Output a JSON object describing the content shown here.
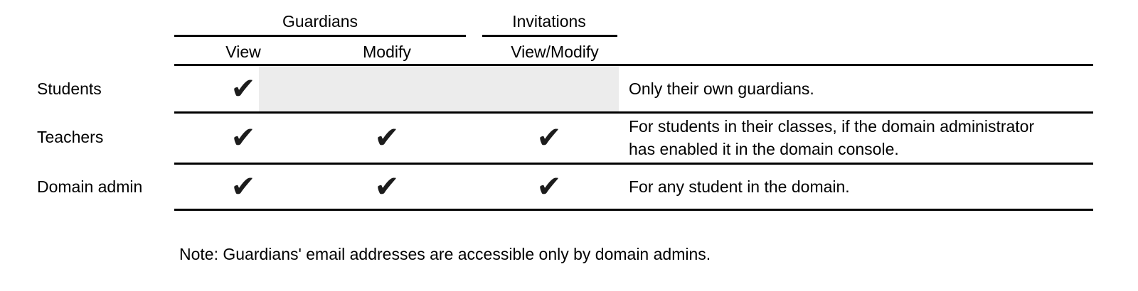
{
  "table": {
    "column_groups": [
      {
        "label": "Guardians",
        "columns": [
          "View",
          "Modify"
        ]
      },
      {
        "label": "Invitations",
        "columns": [
          "View/Modify"
        ]
      }
    ],
    "sub_headers": [
      "View",
      "Modify",
      "View/Modify"
    ],
    "rows": [
      {
        "label": "Students",
        "checks": [
          "✔",
          "",
          ""
        ],
        "shaded_columns": [
          "Modify",
          "View/Modify"
        ],
        "note_lines": [
          "Only their own guardians."
        ]
      },
      {
        "label": "Teachers",
        "checks": [
          "✔",
          "✔",
          "✔"
        ],
        "note_lines": [
          "For students in their classes, if the domain administrator",
          "has enabled it in the domain console."
        ]
      },
      {
        "label": "Domain admin",
        "checks": [
          "✔",
          "✔",
          "✔"
        ],
        "note_lines": [
          "For any student in the domain."
        ]
      }
    ]
  },
  "footnote": "Note: Guardians' email addresses are accessible only by domain admins.",
  "icons": {
    "check": {
      "name": "heavy-check-mark",
      "glyph": "✔"
    }
  },
  "colors": {
    "text": "#000000",
    "rule": "#000000",
    "check": "#1c1c1c",
    "disabled_shade": "#ececec",
    "background": "#ffffff"
  }
}
